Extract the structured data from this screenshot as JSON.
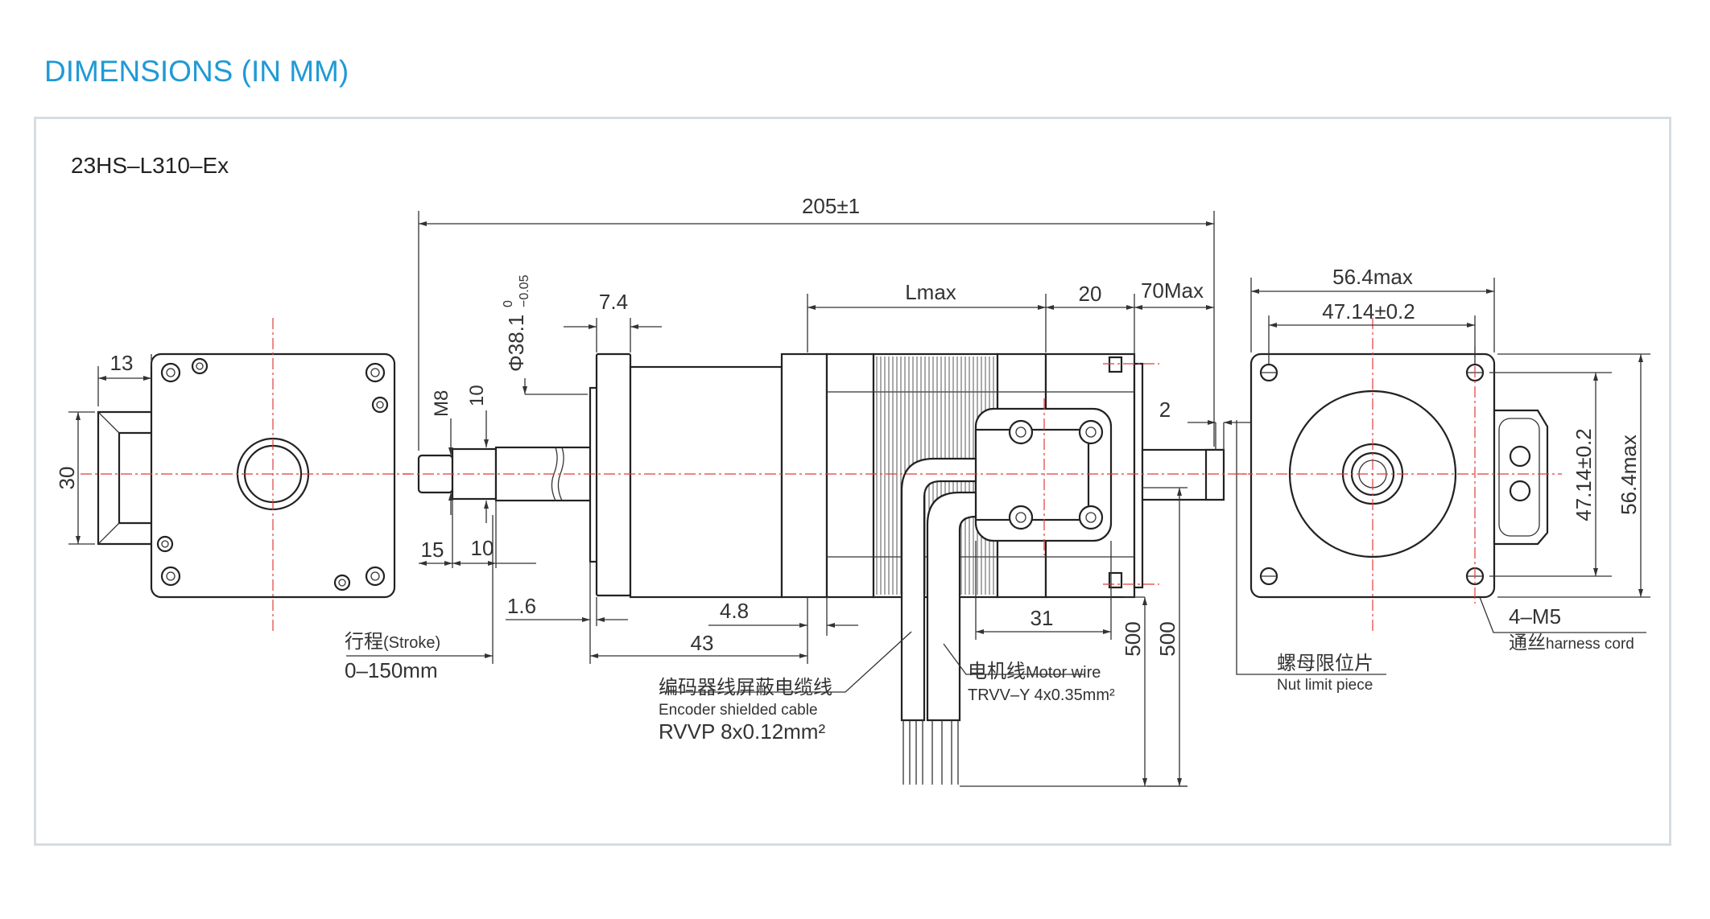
{
  "title": "DIMENSIONS (IN MM)",
  "model": "23HS–L310–Ex",
  "dimensions": {
    "overall_length": "205±1",
    "lmax": "Lmax",
    "d20": "20",
    "d70max": "70Max",
    "d7_4": "7.4",
    "phi38": "Φ38.1",
    "phi38_tol_upper": "0",
    "phi38_tol_lower": "−0.05",
    "m8": "M8",
    "d10_vertical": "10",
    "d13": "13",
    "d30": "30",
    "d15": "15",
    "d10_horizontal": "10",
    "d1_6": "1.6",
    "d4_8": "4.8",
    "d43": "43",
    "d31": "31",
    "d2": "2",
    "d500_a": "500",
    "d500_b": "500",
    "d56_4max_top": "56.4max",
    "d47_14_top": "47.14±0.2",
    "d47_14_side": "47.14±0.2",
    "d56_4max_side": "56.4max",
    "holes": "4–M5"
  },
  "labels": {
    "stroke_cn": "行程",
    "stroke_en": "(Stroke)",
    "stroke_range": "0–150mm",
    "encoder_cn": "编码器线屏蔽电缆线",
    "encoder_en": "Encoder shielded cable",
    "encoder_spec": "RVVP 8x0.12mm²",
    "motor_cn": "电机线",
    "motor_en": "Motor wire",
    "motor_spec": "TRVV–Y 4x0.35mm²",
    "nut_cn": "螺母限位片",
    "nut_en": "Nut limit piece",
    "harness_cn": "通丝",
    "harness_en": "harness cord"
  },
  "colors": {
    "title": "#1f9ad6",
    "centerline": "#e23b3b",
    "frame": "#d5dde3"
  }
}
